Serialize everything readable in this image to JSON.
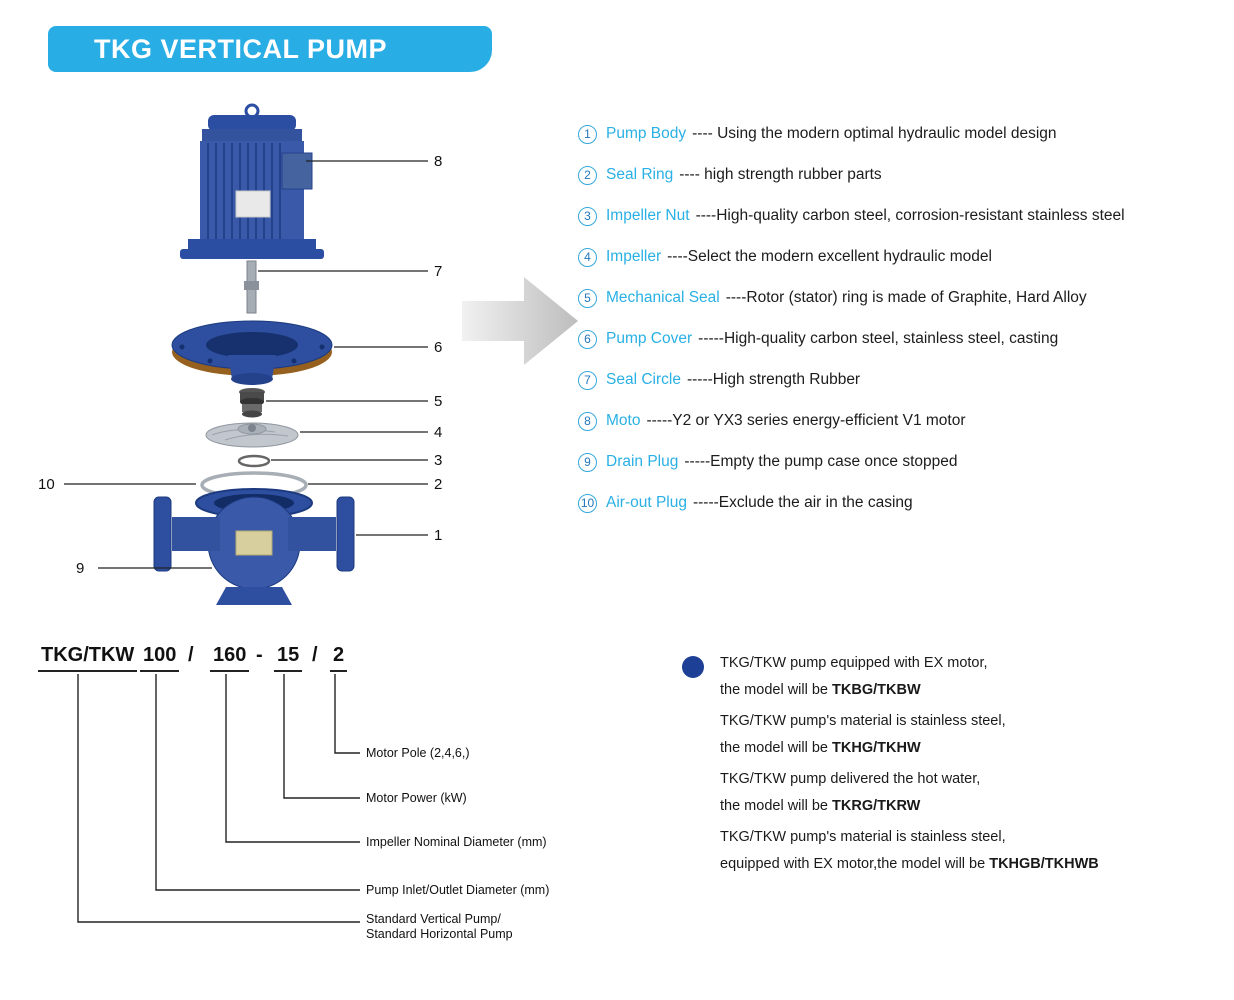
{
  "header": {
    "title": "TKG VERTICAL PUMP",
    "bg_color": "#29ade5"
  },
  "pump_diagram": {
    "callout_numbers": [
      "8",
      "7",
      "6",
      "5",
      "4",
      "3",
      "2",
      "1",
      "10",
      "9"
    ]
  },
  "parts_list": {
    "items": [
      {
        "num": "1",
        "label": "Pump Body",
        "desc": "---- Using the modern optimal hydraulic model design"
      },
      {
        "num": "2",
        "label": "Seal Ring",
        "desc": "---- high strength rubber parts"
      },
      {
        "num": "3",
        "label": "Impeller Nut",
        "desc": "----High-quality carbon steel, corrosion-resistant stainless steel"
      },
      {
        "num": "4",
        "label": "Impeller",
        "desc": "----Select the modern excellent hydraulic model"
      },
      {
        "num": "5",
        "label": "Mechanical Seal",
        "desc": "----Rotor (stator) ring is made of Graphite, Hard Alloy"
      },
      {
        "num": "6",
        "label": "Pump Cover",
        "desc": "-----High-quality carbon steel, stainless steel, casting"
      },
      {
        "num": "7",
        "label": "Seal Circle",
        "desc": "-----High strength Rubber"
      },
      {
        "num": "8",
        "label": "Moto",
        "desc": "-----Y2 or YX3 series energy-efficient V1 motor"
      },
      {
        "num": "9",
        "label": "Drain Plug",
        "desc": "-----Empty the pump case once stopped"
      },
      {
        "num": "10",
        "label": "Air-out Plug",
        "desc": "-----Exclude the air in the casing"
      }
    ]
  },
  "model_code": {
    "tokens": [
      "TKG/TKW",
      "100",
      "/",
      "160",
      "-",
      "15",
      "/",
      "2"
    ],
    "labels": {
      "motor_pole": "Motor Pole (2,4,6,)",
      "motor_power": "Motor Power (kW)",
      "impeller_diameter": "Impeller Nominal Diameter (mm)",
      "inlet_outlet": "Pump Inlet/Outlet Diameter (mm)",
      "standard1": "Standard Vertical Pump/",
      "standard2": "Standard Horizontal Pump"
    }
  },
  "notes": {
    "bullet_color": "#1d3f96",
    "items": [
      {
        "text1": "TKG/TKW pump equipped with EX motor,",
        "text2": "the model will be ",
        "model": "TKBG/TKBW"
      },
      {
        "text1": "TKG/TKW pump's material is stainless steel,",
        "text2": "the model will be ",
        "model": "TKHG/TKHW"
      },
      {
        "text1": "TKG/TKW pump delivered the hot water,",
        "text2": "the model will be ",
        "model": "TKRG/TKRW"
      },
      {
        "text1": "TKG/TKW pump's material is stainless steel,",
        "text2": "equipped with EX motor,the model will be ",
        "model": "TKHGB/TKHWB"
      }
    ]
  }
}
